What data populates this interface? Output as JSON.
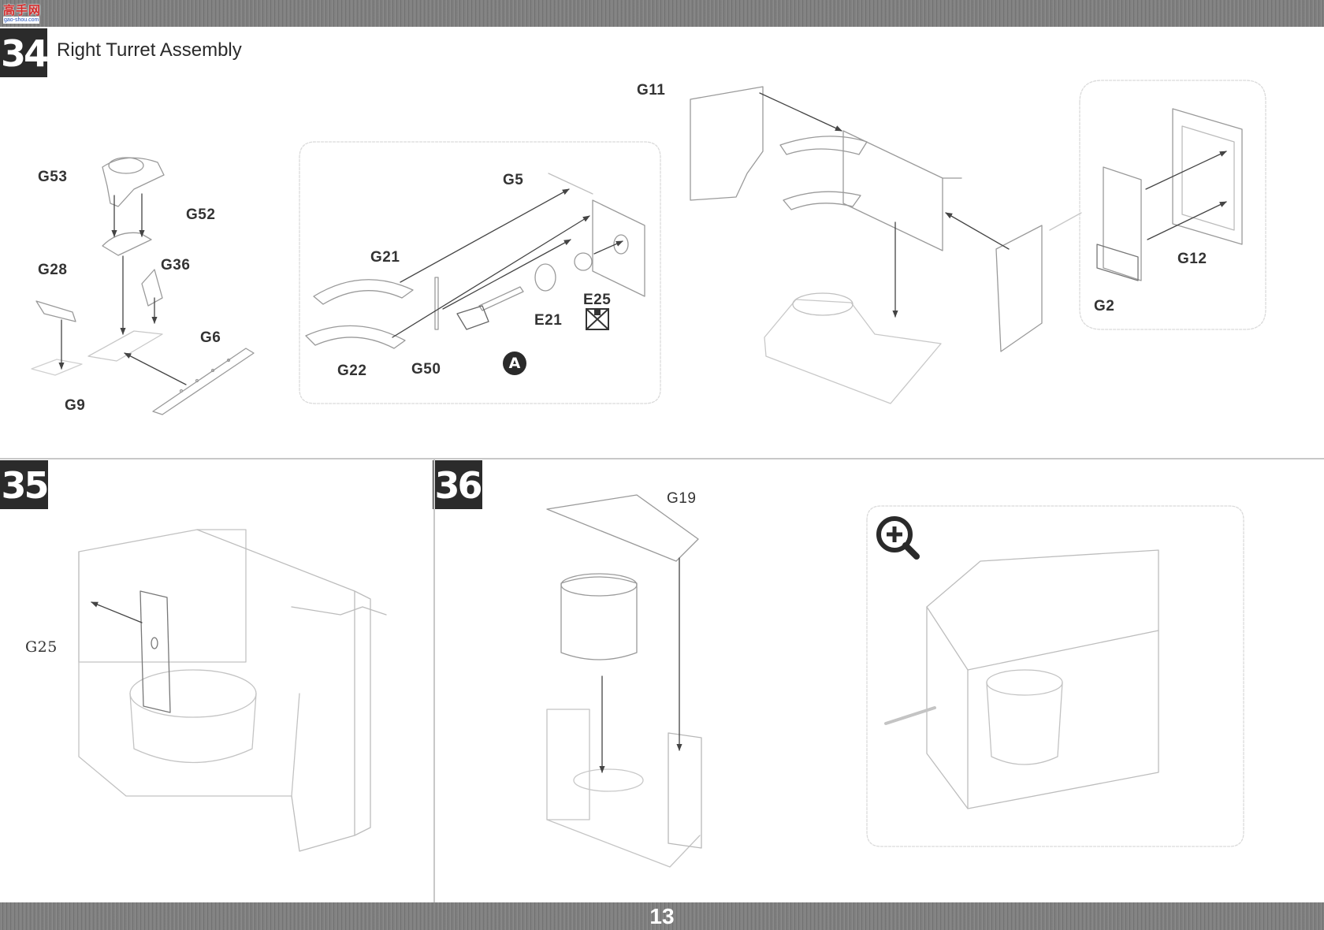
{
  "watermark": {
    "main": "高手网",
    "sub": "gao-shou.com"
  },
  "page_number": "13",
  "steps": [
    {
      "number": "34",
      "title": "Right Turret Assembly"
    },
    {
      "number": "35"
    },
    {
      "number": "36"
    }
  ],
  "parts": {
    "g53": "G53",
    "g52": "G52",
    "g28": "G28",
    "g36": "G36",
    "g6": "G6",
    "g9": "G9",
    "g5": "G5",
    "g21": "G21",
    "g22": "G22",
    "g50": "G50",
    "e21": "E21",
    "e25": "E25",
    "g11": "G11",
    "g12": "G12",
    "g2": "G2",
    "g25": "G25",
    "g19": "G19"
  },
  "callout": "A",
  "icons": {
    "zoom": "zoom-in-icon",
    "e25_box": "crossed-box-icon"
  },
  "colors": {
    "band": "#7f7f7f",
    "step_box": "#2b2b2b",
    "line_art": "#9a9a9a"
  }
}
